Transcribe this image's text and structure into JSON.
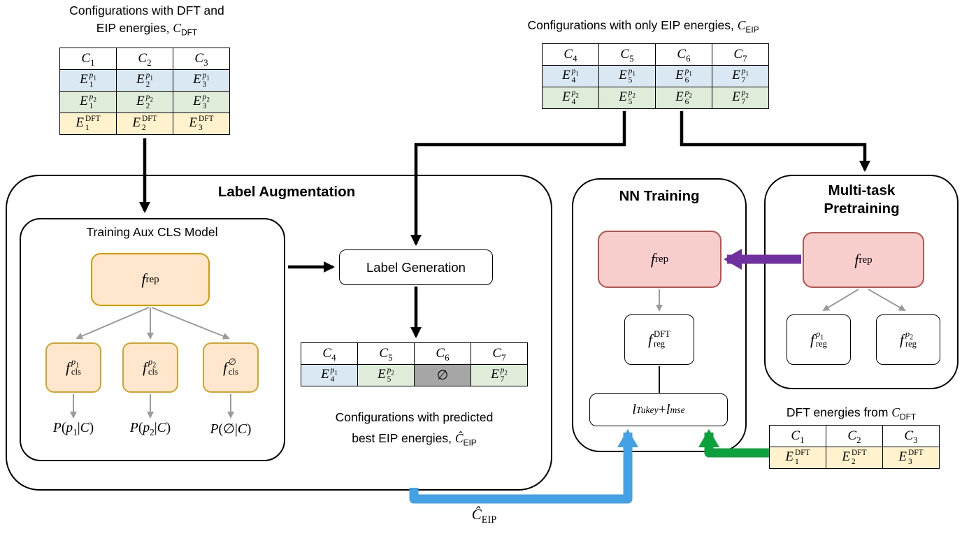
{
  "colors": {
    "black": "#000000",
    "gray_arrow": "#9b9b9b",
    "purple_arrow": "#7030a0",
    "blue_arrow": "#44a1e4",
    "green_arrow": "#0ca13c",
    "blue_cell": "#dae8f4",
    "green_cell": "#dfecd9",
    "yellow_cell": "#fff2cc",
    "gray_cell": "#a6a6a6",
    "orange_fill": "#ffe6cc",
    "orange_border": "#d79b00",
    "gold_border": "#d0a52c",
    "pink_fill": "#f8cecc",
    "pink_border": "#b85450"
  },
  "captions": {
    "cdft_line1": "Configurations with DFT and",
    "cdft_line2": "EIP energies, <span class='cal'>C</span><sub>DFT</sub>",
    "ceip": "Configurations with only EIP energies, <span class='cal'>C</span><sub>EIP</sub>",
    "pred_line1": "Configurations with predicted",
    "pred_line2": "best EIP energies, <span class='cal'>&#264;</span><sub>EIP</sub>",
    "dft_from": "DFT energies from <span class='cal'>C</span><sub>DFT</sub>",
    "chat_eip": "<span class='cal'>&#264;</span><sub>EIP</sub>"
  },
  "sections": {
    "label_augmentation": "Label Augmentation",
    "training_aux": "Training Aux CLS Model",
    "label_generation": "Label Generation",
    "nn_training": "NN Training",
    "multitask_line1": "Multi-task",
    "multitask_line2": "Pretraining"
  },
  "nodes": {
    "f_rep": "<i>f</i><sub>rep</sub>",
    "f_cls_p1": "<i>f</i><span class='stack'><span><i>p</i><sub>1</sub></span><span>cls</span></span>",
    "f_cls_p2": "<i>f</i><span class='stack'><span><i>p</i><sub>2</sub></span><span>cls</span></span>",
    "f_cls_null": "<i>f</i><span class='stack'><span>&#8709;</span><span>cls</span></span>",
    "p_p1": "<i>P</i>(<i>p</i><sub>1</sub>|<i>C</i>)",
    "p_p2": "<i>P</i>(<i>p</i><sub>2</sub>|<i>C</i>)",
    "p_null": "<i>P</i>(&#8709;|<i>C</i>)",
    "f_reg_dft": "<i>f</i><span class='stack'><span>DFT</span><span>reg</span></span>",
    "loss": "<i>l</i><sub><i>Tukey</i></sub> + <i>l</i><sub><i>mse</i></sub>",
    "f_reg_p1": "<i>f</i><span class='stack'><span><i>p</i><sub>1</sub></span><span>reg</span></span>",
    "f_reg_p2": "<i>f</i><span class='stack'><span><i>p</i><sub>2</sub></span><span>reg</span></span>"
  },
  "tables": {
    "cdft": {
      "headers": [
        "<i>C</i><sub>1</sub>",
        "<i>C</i><sub>2</sub>",
        "<i>C</i><sub>3</sub>"
      ],
      "rows": [
        [
          "<i>E</i><span class='stack'><span><i>p</i><sub>1</sub></span><span>1</span></span>",
          "<i>E</i><span class='stack'><span><i>p</i><sub>1</sub></span><span>2</span></span>",
          "<i>E</i><span class='stack'><span><i>p</i><sub>1</sub></span><span>3</span></span>"
        ],
        [
          "<i>E</i><span class='stack'><span><i>p</i><sub>2</sub></span><span>1</span></span>",
          "<i>E</i><span class='stack'><span><i>p</i><sub>2</sub></span><span>2</span></span>",
          "<i>E</i><span class='stack'><span><i>p</i><sub>2</sub></span><span>3</span></span>"
        ],
        [
          "<i>E</i><span class='stack'><span>DFT</span><span>1</span></span>",
          "<i>E</i><span class='stack'><span>DFT</span><span>2</span></span>",
          "<i>E</i><span class='stack'><span>DFT</span><span>3</span></span>"
        ]
      ]
    },
    "ceip": {
      "headers": [
        "<i>C</i><sub>4</sub>",
        "<i>C</i><sub>5</sub>",
        "<i>C</i><sub>6</sub>",
        "<i>C</i><sub>7</sub>"
      ],
      "rows": [
        [
          "<i>E</i><span class='stack'><span><i>p</i><sub>1</sub></span><span>4</span></span>",
          "<i>E</i><span class='stack'><span><i>p</i><sub>1</sub></span><span>5</span></span>",
          "<i>E</i><span class='stack'><span><i>p</i><sub>1</sub></span><span>6</span></span>",
          "<i>E</i><span class='stack'><span><i>p</i><sub>1</sub></span><span>7</span></span>"
        ],
        [
          "<i>E</i><span class='stack'><span><i>p</i><sub>2</sub></span><span>4</span></span>",
          "<i>E</i><span class='stack'><span><i>p</i><sub>2</sub></span><span>5</span></span>",
          "<i>E</i><span class='stack'><span><i>p</i><sub>2</sub></span><span>6</span></span>",
          "<i>E</i><span class='stack'><span><i>p</i><sub>2</sub></span><span>7</span></span>"
        ]
      ]
    },
    "pred": {
      "headers": [
        "<i>C</i><sub>4</sub>",
        "<i>C</i><sub>5</sub>",
        "<i>C</i><sub>6</sub>",
        "<i>C</i><sub>7</sub>"
      ],
      "rows": [
        [
          "<i>E</i><span class='stack'><span><i>p</i><sub>1</sub></span><span>4</span></span>",
          "<i>E</i><span class='stack'><span><i>p</i><sub>2</sub></span><span>5</span></span>",
          "&#8709;",
          "<i>E</i><span class='stack'><span><i>p</i><sub>2</sub></span><span>7</span></span>"
        ]
      ]
    },
    "dft_only": {
      "headers": [
        "<i>C</i><sub>1</sub>",
        "<i>C</i><sub>2</sub>",
        "<i>C</i><sub>3</sub>"
      ],
      "rows": [
        [
          "<i>E</i><span class='stack'><span>DFT</span><span>1</span></span>",
          "<i>E</i><span class='stack'><span>DFT</span><span>2</span></span>",
          "<i>E</i><span class='stack'><span>DFT</span><span>3</span></span>"
        ]
      ]
    }
  }
}
